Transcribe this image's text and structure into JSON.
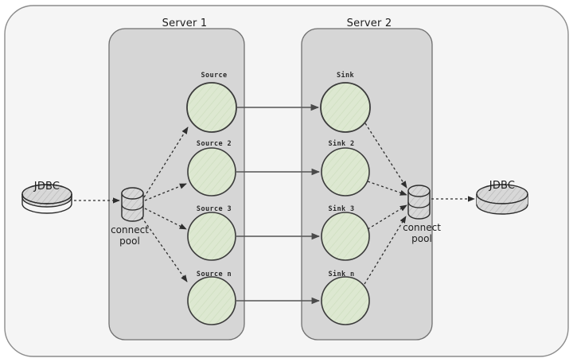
{
  "diagram": {
    "title_font_note": "",
    "colors": {
      "outer_bg": "#f5f5f5",
      "outer_stroke": "#8c8c8c",
      "server_bg": "#d6d6d6",
      "server_stroke": "#6f6f6f",
      "node_fill": "#dde8d1",
      "node_stroke": "#3b3b3b",
      "cylinder_fill": "#d9d9d9",
      "cylinder_stroke": "#2b2b2b",
      "solid_edge": "#555555",
      "dashed_edge": "#333333"
    },
    "groups": [
      {
        "id": "server1",
        "label": "Server 1"
      },
      {
        "id": "server2",
        "label": "Server 2"
      }
    ],
    "databases": [
      {
        "id": "jdbc-left",
        "label": "JDBC",
        "side": "left"
      },
      {
        "id": "jdbc-right",
        "label": "JDBC",
        "side": "right"
      }
    ],
    "pools": [
      {
        "id": "pool-left",
        "label_line1": "connect",
        "label_line2": "pool",
        "side": "left"
      },
      {
        "id": "pool-right",
        "label_line1": "connect",
        "label_line2": "pool",
        "side": "right"
      }
    ],
    "sources": [
      {
        "id": "source-1",
        "label": "Source"
      },
      {
        "id": "source-2",
        "label": "Source 2"
      },
      {
        "id": "source-3",
        "label": "Source 3"
      },
      {
        "id": "source-n",
        "label": "Source n"
      }
    ],
    "sinks": [
      {
        "id": "sink-1",
        "label": "Sink"
      },
      {
        "id": "sink-2",
        "label": "Sink 2"
      },
      {
        "id": "sink-3",
        "label": "Sink 3"
      },
      {
        "id": "sink-n",
        "label": "Sink n"
      }
    ],
    "edges": {
      "jdbc_to_pool_left": "dashed",
      "pool_to_sources": "dashed",
      "source_to_sink": "solid",
      "sinks_to_pool_right": "dashed",
      "pool_right_to_jdbc": "dashed"
    }
  }
}
